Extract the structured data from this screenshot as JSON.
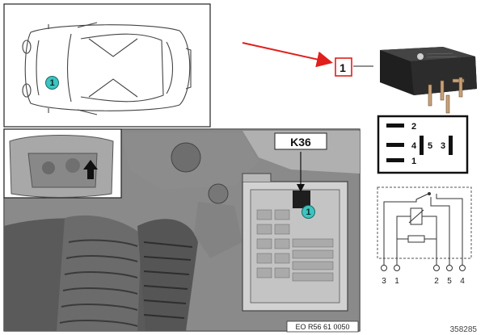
{
  "callout_number": "1",
  "relay_item_label": "1",
  "component_code": "K36",
  "image_code": "EO R56 61 0050",
  "figure_number": "358285",
  "pin_diagram": {
    "top_left": "2",
    "mid_left": "4",
    "center": "5",
    "right": "3",
    "bottom_left": "1"
  },
  "schematic_pins": [
    "3",
    "1",
    "2",
    "5",
    "4"
  ],
  "colors": {
    "badge": "#3cc4c0",
    "arrow": "#e0201c",
    "highlight_box": "#e0201c",
    "relay_body": "#2d2d2d"
  }
}
